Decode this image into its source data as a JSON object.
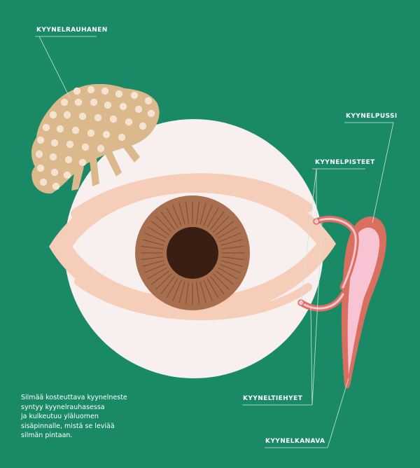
{
  "labels": {
    "lacrimal_gland": "KYYNELRAUHANEN",
    "lacrimal_sac": "KYYNELPUSSI",
    "lacrimal_puncta": "KYYNELPISTEET",
    "lacrimal_ducts": "KYYNELTIEHYET",
    "nasolacrimal_duct": "KYYNELKANAVA"
  },
  "caption": {
    "lines": [
      "Silmää kosteuttava kyynelneste",
      "syntyy kyynelrauhasessa",
      "ja kulkeutuu yläluomen",
      "sisäpinnalle, mistä se leviää",
      "silmän pintaan."
    ]
  },
  "colors": {
    "background": "#1a8a66",
    "sclera": "#f7f0ef",
    "eyelid": "#f6cdb8",
    "iris": "#a86f4f",
    "pupil": "#3a1e14",
    "gland": "#dcb98c",
    "gland_dots": "#f3e3cf",
    "sac_outer": "#d9705f",
    "sac_inner": "#f8c3d3",
    "leader": "#cfe5dc"
  }
}
